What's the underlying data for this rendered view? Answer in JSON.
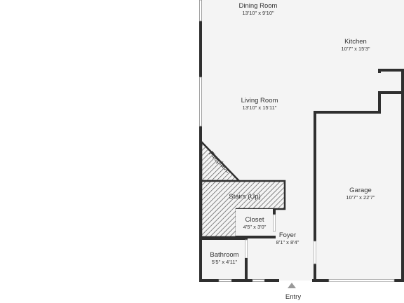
{
  "floorplan": {
    "colors": {
      "wall": "#2f2f2f",
      "floor": "#f4f4f4",
      "hatch": "#555555",
      "entry_arrow": "#999999"
    },
    "rooms": {
      "dining_room": {
        "name": "Dining Room",
        "dims": "13'10\" x 9'10\""
      },
      "kitchen": {
        "name": "Kitchen",
        "dims": "10'7\" x 15'3\""
      },
      "living_room": {
        "name": "Living Room",
        "dims": "13'10\" x 15'11\""
      },
      "fireplace": {
        "name": "Fireplace"
      },
      "stairs": {
        "name": "Stairs (Up)"
      },
      "closet": {
        "name": "Closet",
        "dims": "4'5\" x 3'0\""
      },
      "foyer": {
        "name": "Foyer",
        "dims": "8'1\" x 8'4\""
      },
      "garage": {
        "name": "Garage",
        "dims": "10'7\" x 22'7\""
      },
      "bathroom": {
        "name": "Bathroom",
        "dims": "5'5\" x 4'11\""
      }
    },
    "entry": {
      "label": "Entry"
    }
  }
}
